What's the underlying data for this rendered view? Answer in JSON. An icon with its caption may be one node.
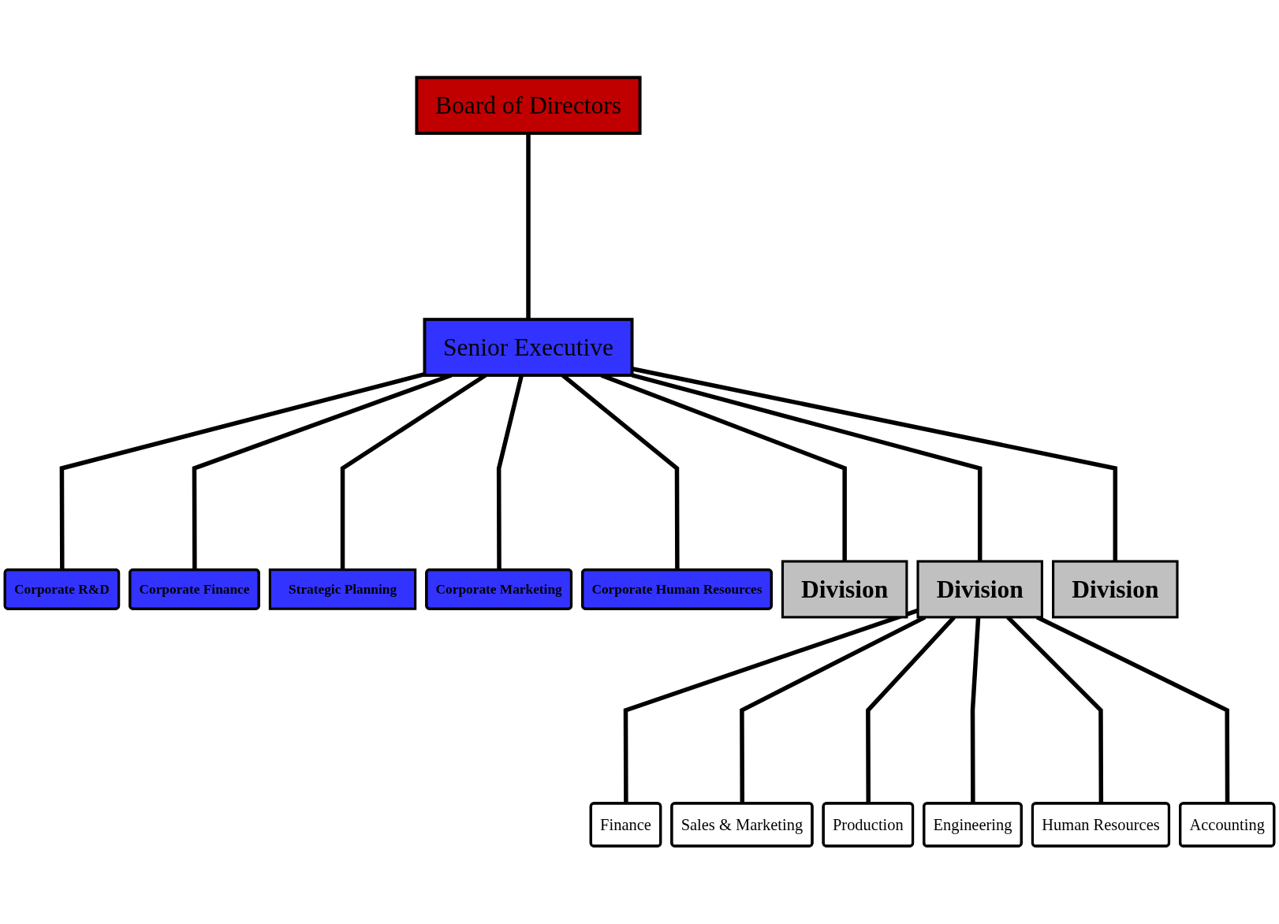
{
  "diagram": {
    "nodes": [
      {
        "text": [
          "Board of Directors"
        ]
      },
      {
        "text": [
          "Senior Executive"
        ]
      },
      {
        "text": [
          "Corporate R&D"
        ]
      },
      {
        "text": [
          "Corporate Finance"
        ]
      },
      {
        "text": [
          "Strategic Planning"
        ]
      },
      {
        "text": [
          "Corporate Marketing"
        ]
      },
      {
        "text": [
          "Corporate Human Resources"
        ]
      },
      {
        "text": [
          "Division"
        ]
      },
      {
        "text": [
          "Division"
        ]
      },
      {
        "text": [
          "Division"
        ]
      },
      {
        "text": [
          "Finance"
        ]
      },
      {
        "text": [
          "Sales & Marketing"
        ]
      },
      {
        "text": [
          "Production"
        ]
      },
      {
        "text": [
          "Engineering"
        ]
      },
      {
        "text": [
          "Human Resources"
        ]
      },
      {
        "text": [
          "Accounting"
        ]
      }
    ],
    "edges": [
      {
        "from": 0,
        "to": 1,
        "arrow": "none"
      },
      {
        "from": 1,
        "to": 2,
        "arrow": "none"
      },
      {
        "from": 1,
        "to": 3,
        "arrow": "none"
      },
      {
        "from": 1,
        "to": 4,
        "arrow": "none"
      },
      {
        "from": 1,
        "to": 5,
        "arrow": "none"
      },
      {
        "from": 1,
        "to": 6,
        "arrow": "none"
      },
      {
        "from": 1,
        "to": 7,
        "arrow": "none"
      },
      {
        "from": 1,
        "to": 8,
        "arrow": "none"
      },
      {
        "from": 1,
        "to": 9,
        "arrow": "none"
      },
      {
        "from": 8,
        "to": 10,
        "arrow": "none"
      },
      {
        "from": 8,
        "to": 11,
        "arrow": "none"
      },
      {
        "from": 8,
        "to": 12,
        "arrow": "none"
      },
      {
        "from": 8,
        "to": 13,
        "arrow": "none"
      },
      {
        "from": 8,
        "to": 14,
        "arrow": "none"
      },
      {
        "from": 8,
        "to": 15,
        "arrow": "none"
      }
    ]
  }
}
